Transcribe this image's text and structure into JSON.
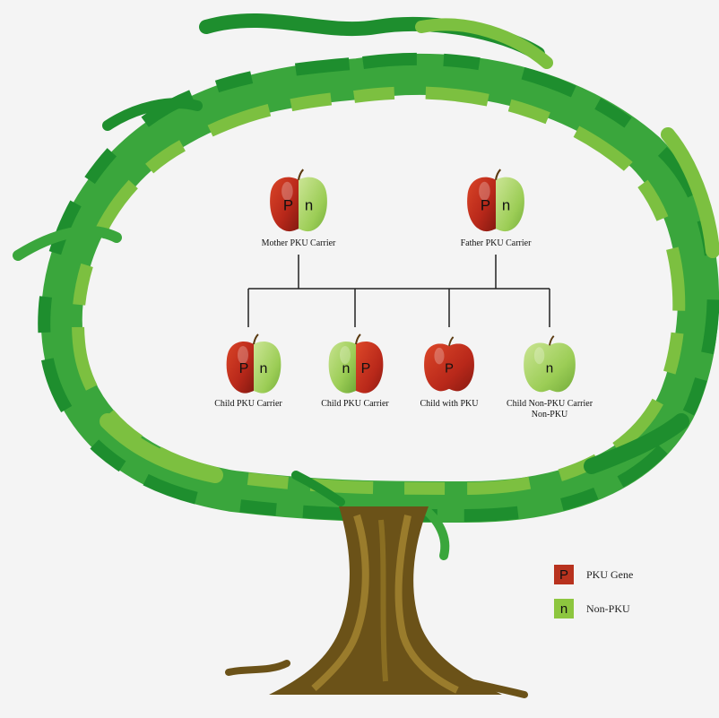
{
  "parents": [
    {
      "label": "Mother PKU Carrier",
      "letters": [
        "P",
        "n"
      ],
      "genotype": "carrier"
    },
    {
      "label": "Father PKU Carrier",
      "letters": [
        "P",
        "n"
      ],
      "genotype": "carrier"
    }
  ],
  "children": [
    {
      "label": "Child PKU Carrier",
      "letters": [
        "P",
        "n"
      ],
      "genotype": "carrier-left-red"
    },
    {
      "label": "Child PKU Carrier",
      "letters": [
        "n",
        "P"
      ],
      "genotype": "carrier-right-red"
    },
    {
      "label": "Child with PKU",
      "letters": [
        "P"
      ],
      "genotype": "pku"
    },
    {
      "label": "Child Non-PKU Carrier",
      "label2": "Non-PKU",
      "letters": [
        "n"
      ],
      "genotype": "non-pku"
    }
  ],
  "legend": {
    "pku": {
      "letter": "P",
      "text": "PKU Gene",
      "color": "#b8321e"
    },
    "non_pku": {
      "letter": "n",
      "text": "Non-PKU",
      "color": "#8dc63f"
    }
  },
  "colors": {
    "leaf_dark": "#1e8e2e",
    "leaf_mid": "#3aa63c",
    "leaf_light": "#7cc040",
    "trunk": "#6b5218",
    "trunk_light": "#9a7c2c",
    "line": "#222222"
  }
}
